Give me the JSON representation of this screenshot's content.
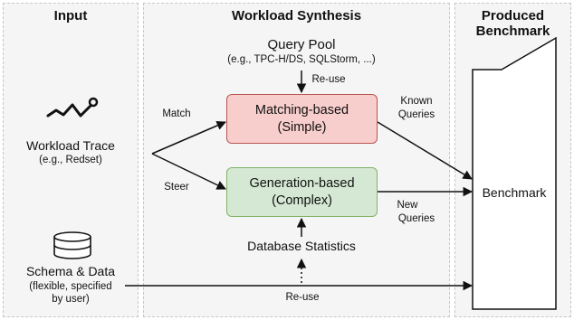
{
  "panels": {
    "input": "Input",
    "synthesis": "Workload Synthesis",
    "produced_line1": "Produced",
    "produced_line2": "Benchmark"
  },
  "query_pool": {
    "title": "Query Pool",
    "subtitle": "(e.g., TPC-H/DS, SQLStorm, ...)"
  },
  "workload_trace": {
    "title": "Workload Trace",
    "subtitle": "(e.g., Redset)"
  },
  "schema_data": {
    "title": "Schema & Data",
    "subtitle_line1": "(flexible, specified",
    "subtitle_line2": "by user)"
  },
  "matching_box": {
    "line1": "Matching-based",
    "line2": "(Simple)",
    "fill": "#f8cecc",
    "stroke": "#b85450"
  },
  "generation_box": {
    "line1": "Generation-based",
    "line2": "(Complex)",
    "fill": "#d5e8d4",
    "stroke": "#82b366"
  },
  "database_statistics": "Database Statistics",
  "benchmark": "Benchmark",
  "edge_labels": {
    "reuse_top": "Re-use",
    "match": "Match",
    "steer": "Steer",
    "known_line1": "Known",
    "known_line2": "Queries",
    "new_line1": "New",
    "new_line2": "Queries",
    "reuse_bottom": "Re-use"
  },
  "icons": {
    "trace": "trend-line-icon",
    "database": "database-icon"
  }
}
